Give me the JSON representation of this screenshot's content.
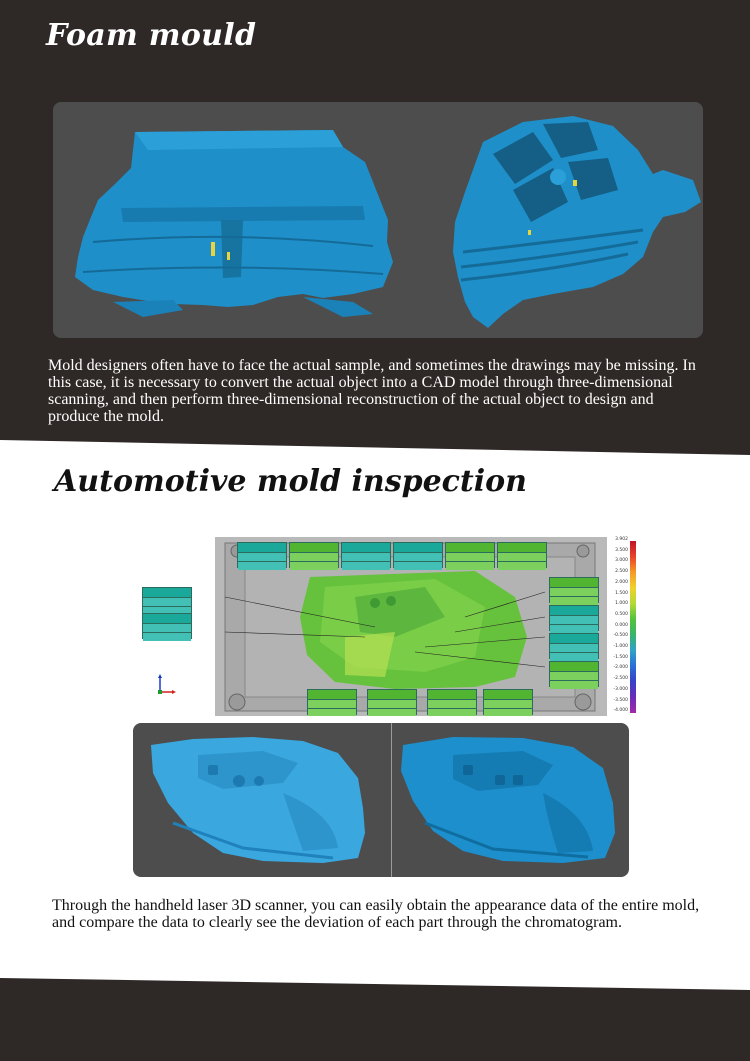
{
  "sections": {
    "foam": {
      "title": "Foam mould",
      "description": "Mold designers often have to face the actual sample, and sometimes the drawings may be missing. In this case, it is necessary to convert the actual object into a CAD model through three-dimensional scanning, and then perform three-dimensional reconstruction of the actual object to design and produce the mold."
    },
    "automotive": {
      "title": "Automotive mold inspection",
      "description": "Through the handheld laser 3D scanner, you can easily obtain the appearance data of the entire mold, and compare the data to clearly see the deviation of each part through the chromatogram."
    }
  },
  "colors": {
    "dark_band": "#2e2826",
    "panel": "#4d4d4d",
    "scan_blue": "#1e8fc9",
    "deviation_green": "#6cc43a"
  },
  "color_scale": [
    "3.902",
    "3.500",
    "3.000",
    "2.500",
    "2.000",
    "1.500",
    "1.000",
    "0.500",
    "0.000",
    "-0.500",
    "-1.000",
    "-1.500",
    "-2.000",
    "-2.500",
    "-3.000",
    "-3.500",
    "-4.000"
  ],
  "icons": [
    "axis-icon",
    "foam-mould-scan-1-image",
    "foam-mould-scan-2-image",
    "deviation-map-image",
    "door-panel-scan-image"
  ]
}
